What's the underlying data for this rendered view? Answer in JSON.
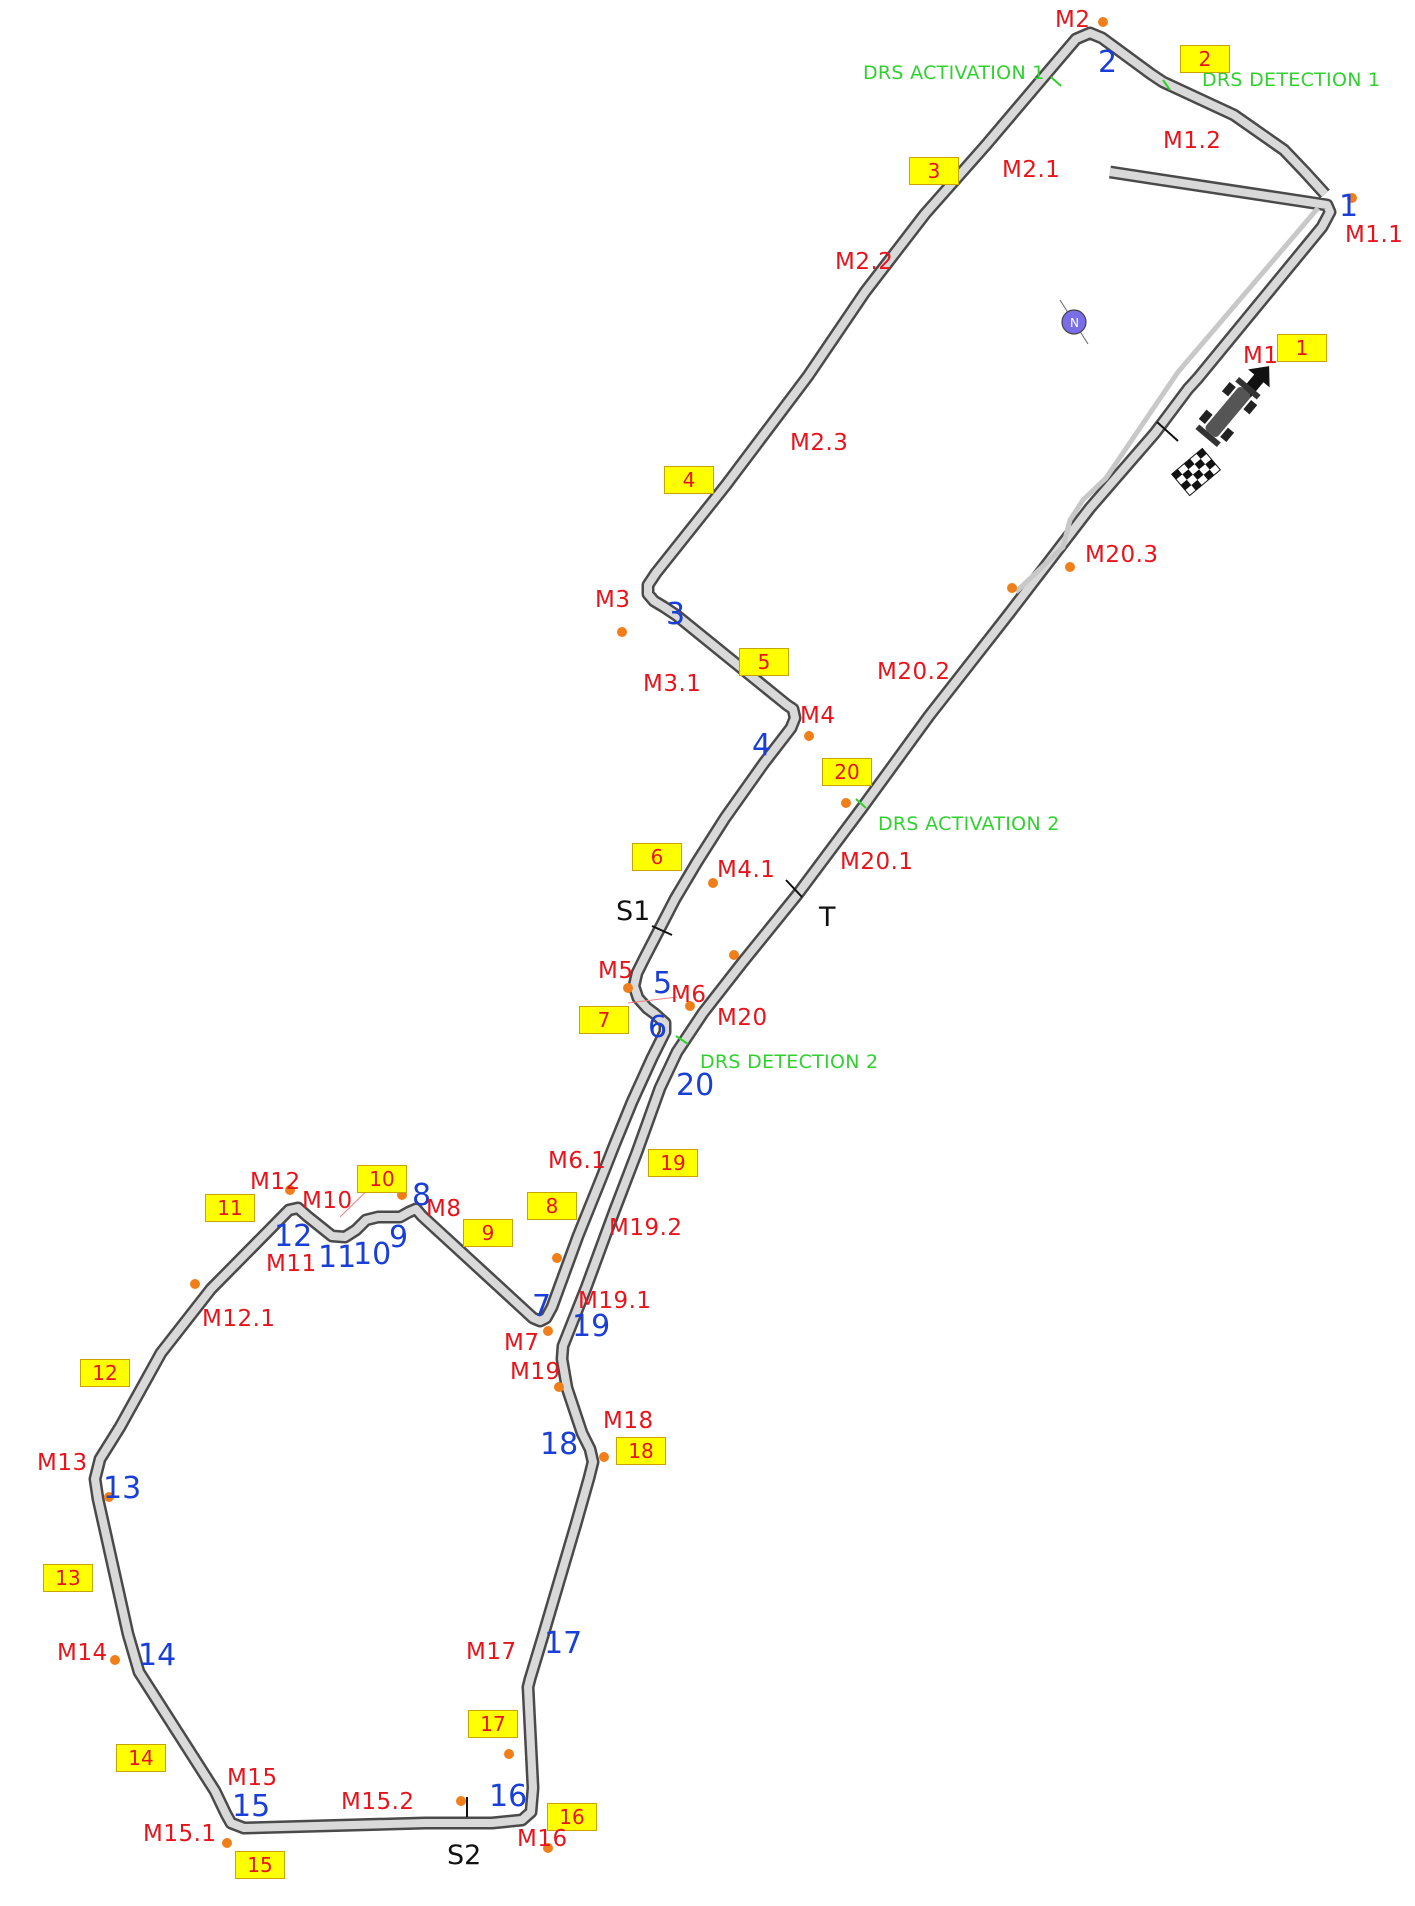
{
  "colors": {
    "track_outline": "#4a4a4a",
    "track_surface": "#d9d9d9",
    "marker_text": "#e8141b",
    "turn_number": "#1a3fd6",
    "drs_text": "#2fd12f",
    "corner_box_fill": "#ffff00",
    "orange_dot": "#f07f1a"
  },
  "icons": [
    "compass-icon",
    "race-car-icon",
    "checkered-flag-icon",
    "direction-arrow-icon"
  ],
  "turns": [
    "1",
    "2",
    "3",
    "4",
    "5",
    "6",
    "7",
    "8",
    "9",
    "10",
    "11",
    "12",
    "13",
    "14",
    "15",
    "16",
    "17",
    "18",
    "19",
    "20"
  ],
  "corner_boxes": [
    "1",
    "2",
    "3",
    "4",
    "5",
    "6",
    "7",
    "8",
    "9",
    "10",
    "11",
    "12",
    "13",
    "14",
    "15",
    "16",
    "17",
    "18",
    "19",
    "20"
  ],
  "markers": [
    "M1",
    "M1.1",
    "M1.2",
    "M2",
    "M2.1",
    "M2.2",
    "M2.3",
    "M3",
    "M3.1",
    "M4",
    "M4.1",
    "M5",
    "M6",
    "M6.1",
    "M7",
    "M8",
    "M10",
    "M11",
    "M12",
    "M12.1",
    "M13",
    "M14",
    "M15",
    "M15.1",
    "M15.2",
    "M16",
    "M17",
    "M18",
    "M19",
    "M19.1",
    "M19.2",
    "M20",
    "M20.1",
    "M20.2",
    "M20.3"
  ],
  "drs": {
    "activation_1": "DRS ACTIVATION 1",
    "detection_1": "DRS DETECTION 1",
    "activation_2": "DRS ACTIVATION 2",
    "detection_2": "DRS DETECTION 2"
  },
  "sectors": {
    "s1": "S1",
    "s2": "S2",
    "t": "T"
  }
}
